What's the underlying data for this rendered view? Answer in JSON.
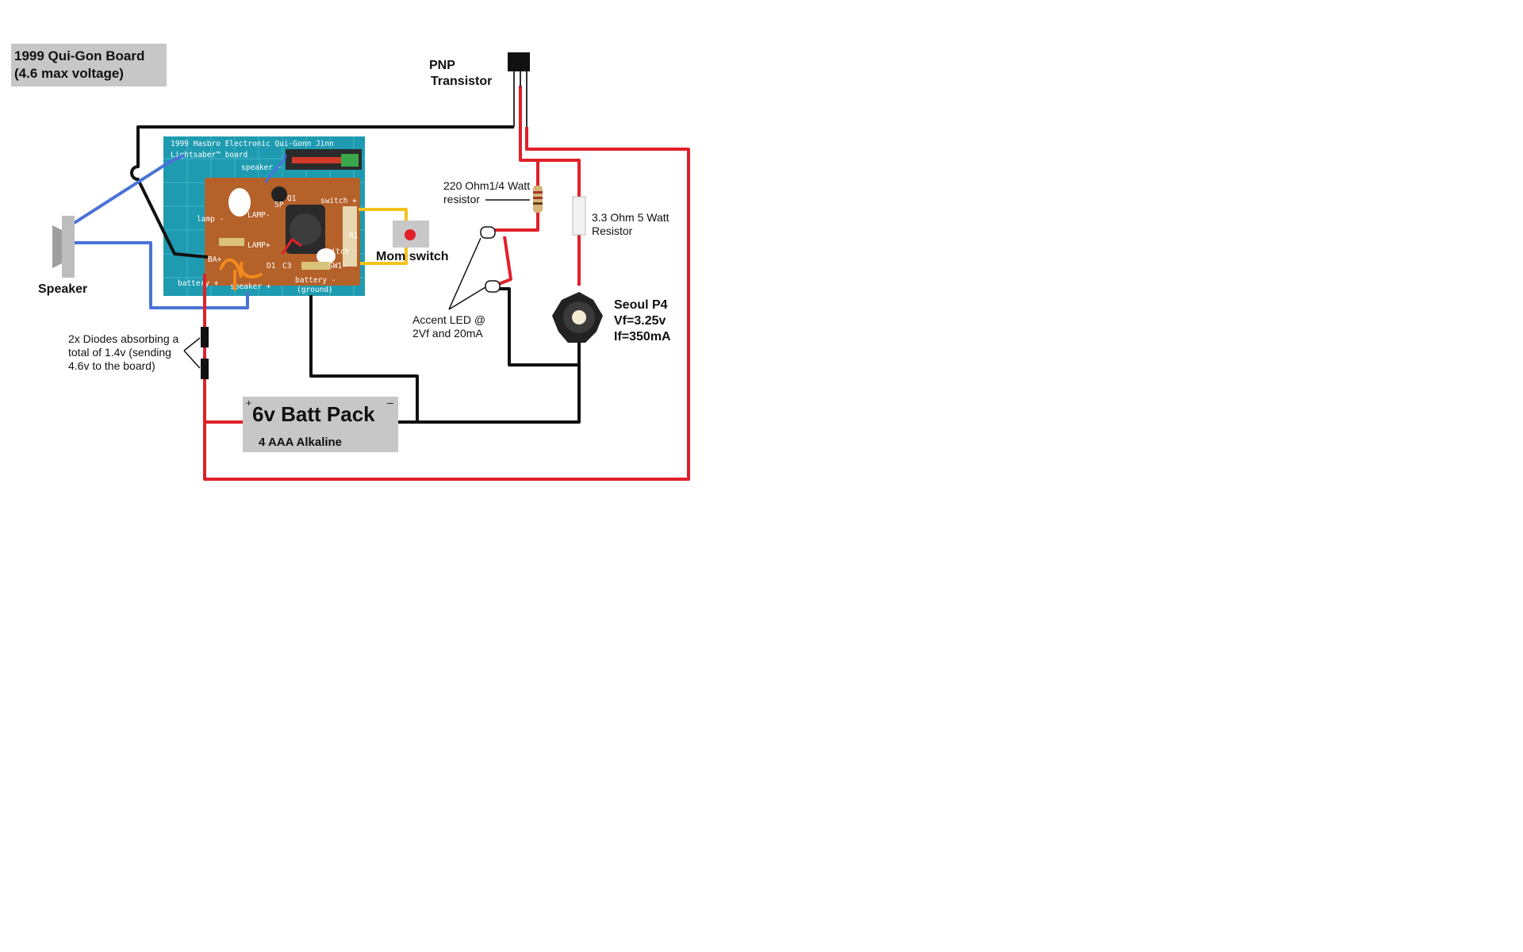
{
  "title": {
    "line1": "1999 Qui-Gon Board",
    "line2": "(4.6 max voltage)"
  },
  "transistor": {
    "line1": "PNP",
    "line2": "Transistor"
  },
  "resistor_220": {
    "line1": "220 Ohm1/4 Watt",
    "line2": "resistor"
  },
  "resistor_33": {
    "line1": "3.3 Ohm 5 Watt",
    "line2": "Resistor"
  },
  "led": {
    "line1": "Seoul P4",
    "line2": "Vf=3.25v",
    "line3": "If=350mA"
  },
  "accent_led": {
    "line1": "Accent LED @",
    "line2": "2Vf and 20mA"
  },
  "switch": {
    "label": "Mom switch"
  },
  "speaker": {
    "label": "Speaker"
  },
  "diodes": {
    "line1": "2x Diodes absorbing a",
    "line2": "total of 1.4v (sending",
    "line3": "4.6v to the board)"
  },
  "battery": {
    "title": "6v Batt Pack",
    "subtitle": "4 AAA Alkaline",
    "plus": "+",
    "minus": "–"
  },
  "pcb": {
    "header1": "1999 Hasbro Electronic Qui-Gonn Jinn",
    "header2": "Lightsaber™ board",
    "speaker_neg": "speaker -",
    "switch_pos": "switch +",
    "lamp_neg": "lamp -",
    "lamp_pos_mark": "LAMP+",
    "lamp_neg_mark": "LAMP-",
    "switch_neg": "switch -",
    "battery_pos": "battery +",
    "speaker_pos": "speaker +",
    "battery_neg": "battery -",
    "ground": "(ground)",
    "q1": "Q1",
    "sp": "SP",
    "ba": "BA+",
    "sw1": "SW1-",
    "c3": "C3",
    "d1": "D1",
    "r1": "R1"
  },
  "colors": {
    "wire_black": "#111111",
    "wire_red": "#e0202a",
    "wire_blue": "#4a73d6",
    "wire_yellow": "#f5c21b",
    "wire_orange": "#f28a1d",
    "gray_box": "#c7c7c7",
    "pcb_bg": "#1e9bb0",
    "board_brown": "#b5612a"
  }
}
